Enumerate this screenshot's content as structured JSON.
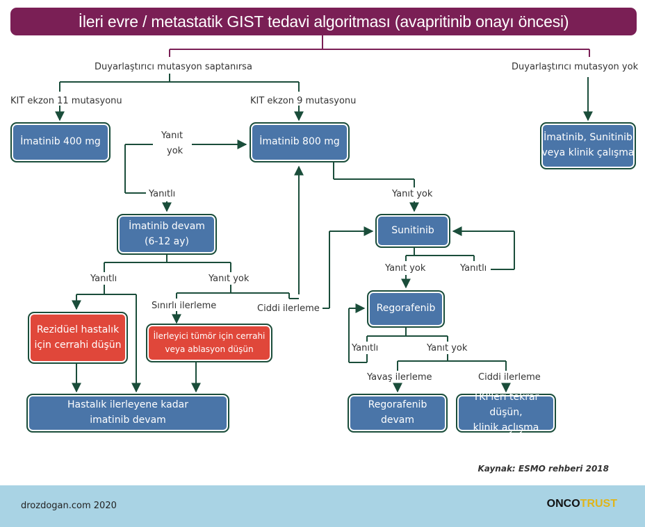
{
  "title": "İleri evre / metastatik GIST tedavi algoritması (avapritinib onayı öncesi)",
  "labels": {
    "sens_yes": "Duyarlaştırıcı mutasyon saptanırsa",
    "sens_no": "Duyarlaştırıcı mutasyon yok",
    "kit11": "KIT ekzon 11 mutasyonu",
    "kit9": "KIT ekzon 9 mutasyonu",
    "yanit_yok_1a": "Yanıt",
    "yanit_yok_1b": "yok",
    "yanitli_1": "Yanıtlı",
    "yanit_yok_2": "Yanıt yok",
    "yanitli_2": "Yanıtlı",
    "yanit_yok_3": "Yanıt yok",
    "sinirli": "Sınırlı ilerleme",
    "ciddi_1": "Ciddi ilerleme",
    "yanit_yok_4": "Yanıt yok",
    "yanitli_3": "Yanıtlı",
    "yanitli_4": "Yanıtlı",
    "yanit_yok_5": "Yanıt yok",
    "yavas": "Yavaş ilerleme",
    "ciddi_2": "Ciddi ilerleme"
  },
  "boxes": {
    "imatinib400": "İmatinib 400 mg",
    "imatinib800": "İmatinib 800 mg",
    "imatinib_suni_l1": "İmatinib, Sunitinib",
    "imatinib_suni_l2": "veya klinik çalışma",
    "imatinib_devam_l1": "İmatinib devam",
    "imatinib_devam_l2": "(6-12 ay)",
    "sunitinib": "Sunitinib",
    "regorafenib": "Regorafenib",
    "rezidüel_l1": "Rezidüel hastalık",
    "rezidüel_l2": "için cerrahi düşün",
    "ilerleyici_l1": "İlerleyici tümör için cerrahi",
    "ilerleyici_l2": "veya ablasyon düşün",
    "hastalik_l1": "Hastalık ilerleyene kadar",
    "hastalik_l2": "imatinib devam",
    "rego_devam_l1": "Regorafenib",
    "rego_devam_l2": "devam",
    "tki_l1": "TKİ'leri tekrar düşün,",
    "tki_l2": "klinik açlışma"
  },
  "source": "Kaynak: ESMO rehberi 2018",
  "footer": {
    "site": "drozdogan.com 2020",
    "brand_a": "ONCO",
    "brand_b": "TRUST"
  },
  "colors": {
    "title_bg": "#7a1f55",
    "box_blue": "#4a75a8",
    "box_red": "#e0473a",
    "line": "#1a4d3a",
    "connector_top": "#7a1f55",
    "footer_bg": "#a9d3e4"
  }
}
